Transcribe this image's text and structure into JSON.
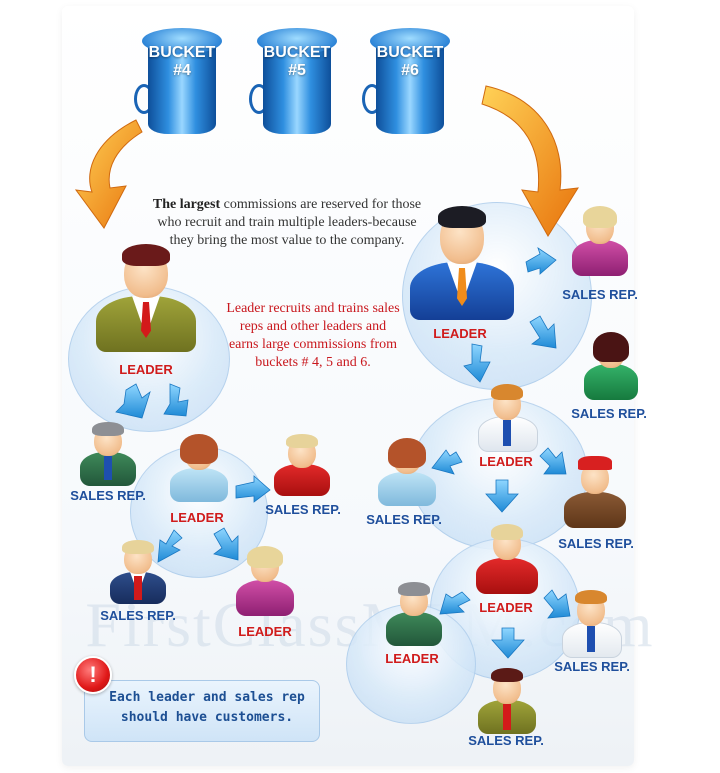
{
  "buckets": [
    {
      "line1": "BUCKET",
      "line2": "#4"
    },
    {
      "line1": "BUCKET",
      "line2": "#5"
    },
    {
      "line1": "BUCKET",
      "line2": "#6"
    }
  ],
  "intro": {
    "bold": "The largest",
    "rest": " commissions are reserved for those who recruit and train multiple leaders-because they bring the most value to the company."
  },
  "leader_note": "Leader recruits and trains sales reps and other leaders and earns large commissions from buckets # 4, 5 and 6.",
  "customer_note": "Each leader and sales rep should have customers.",
  "alert_symbol": "!",
  "watermark": "FirstClassMLM.com",
  "labels": {
    "leader": "LEADER",
    "sales_rep": "SALES REP."
  },
  "colors": {
    "leader_label": "#d01c1c",
    "rep_label": "#1f4f9c",
    "arrow_blue": "#2a9fe0",
    "arrow_orange": "#f39a16",
    "bucket_blue": "#2f86d8"
  }
}
